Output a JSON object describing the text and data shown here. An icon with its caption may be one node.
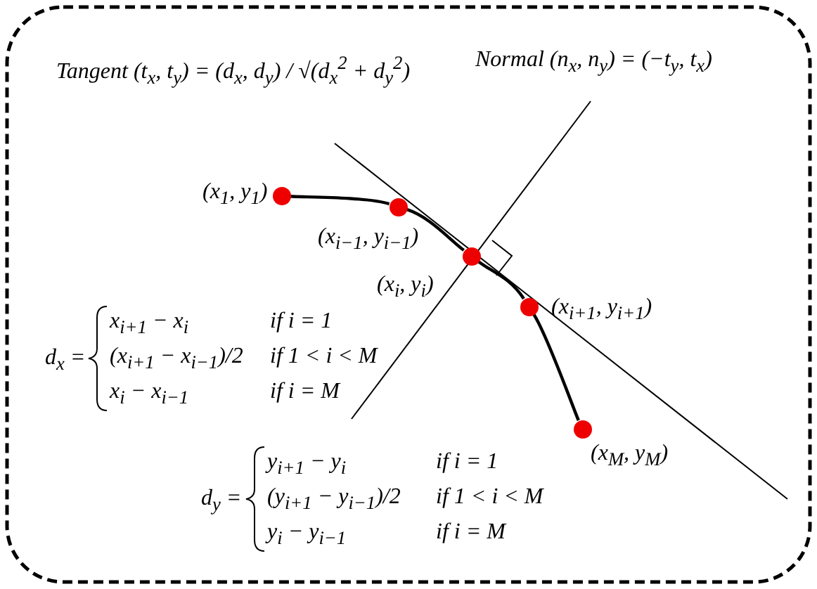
{
  "diagram": {
    "nodes": [
      {
        "text": [],
        "shape": "circle",
        "beside": [
          "(x$_{1}$, y$_{1}$)"
        ]
      },
      {
        "text": [],
        "shape": "circle",
        "beside": [
          "(x$_{i−1}$, y$_{i−1}$)"
        ]
      },
      {
        "text": [],
        "shape": "circle",
        "beside": [
          "(x$_{i}$, y$_{i}$)"
        ]
      },
      {
        "text": [],
        "shape": "circle",
        "beside": [
          "(x$_{i+1}$, y$_{i+1}$)"
        ]
      },
      {
        "text": [],
        "shape": "circle",
        "beside": [
          "(x$_{M}$, y$_{M}$)"
        ]
      }
    ],
    "edges": [
      {
        "from": 0,
        "to": 1,
        "arrow": "none"
      },
      {
        "from": 1,
        "to": 2,
        "arrow": "none"
      },
      {
        "from": 2,
        "to": 3,
        "arrow": "none"
      },
      {
        "from": 3,
        "to": 4,
        "arrow": "none"
      }
    ],
    "labels": [
      "Tangent (t$_{x}$, t$_{y}$) = (d$_{x}$, d$_{y}$) / √(d$_{x}$$^{2}$ + d$_{y}$$^{2}$)",
      "Normal (n$_{x}$, n$_{y}$) = (−t$_{y}$, t$_{x}$)",
      "d$_{x}$ =",
      "x$_{i+1}$ − x$_{i}$",
      "if i = 1",
      "(x$_{i+1}$ − x$_{i−1}$)/2",
      "if 1 < i < M",
      "x$_{i}$ − x$_{i−1}$",
      "if i = M",
      "d$_{y}$ =",
      "y$_{i+1}$ − y$_{i}$",
      "if i = 1",
      "(y$_{i+1}$ − y$_{i−1}$)/2",
      "if 1 < i < M",
      "y$_{i}$ − y$_{i−1}$",
      "if i = M"
    ]
  }
}
